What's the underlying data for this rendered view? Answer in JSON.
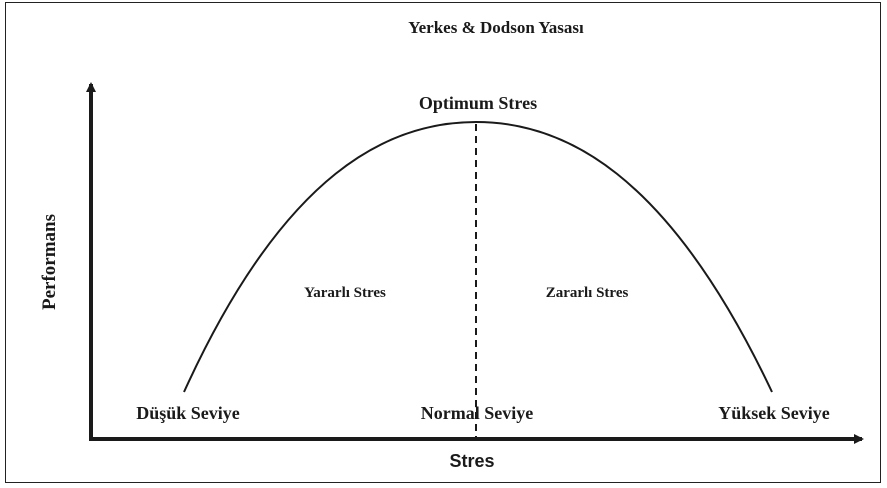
{
  "diagram": {
    "title": "Yerkes & Dodson Yasası",
    "peak_label": "Optimum Stres",
    "y_axis_label": "Performans",
    "x_axis_label": "Stres",
    "left_region_label": "Yararlı Stres",
    "right_region_label": "Zararlı Stres",
    "levels": {
      "low": "Düşük Seviye",
      "normal": "Normal Seviye",
      "high": "Yüksek Seviye"
    },
    "colors": {
      "line": "#1a1a1a",
      "background": "#ffffff"
    }
  }
}
